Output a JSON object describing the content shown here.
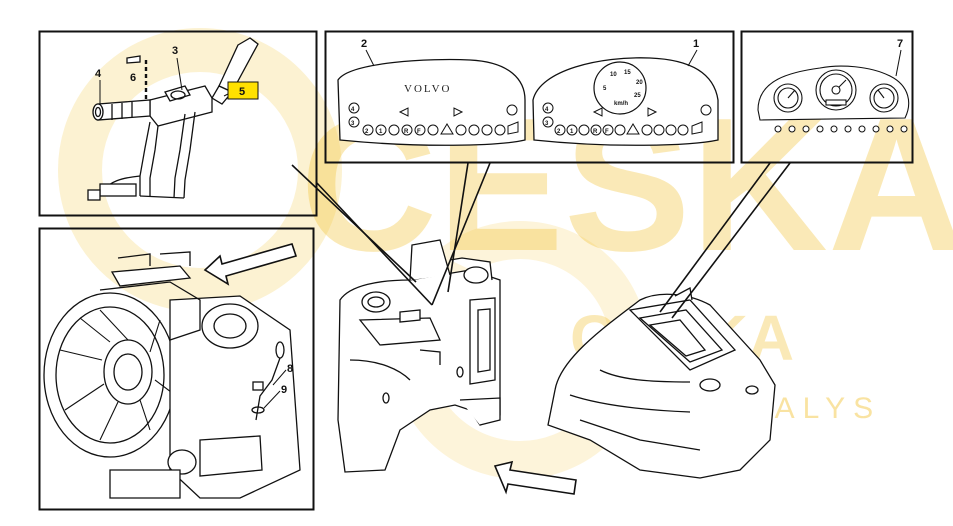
{
  "callouts": {
    "c1": "1",
    "c2": "2",
    "c3": "3",
    "c4": "4",
    "c5": "5",
    "c6": "6",
    "c7": "7",
    "c8": "8",
    "c9": "9"
  },
  "left_panel": {
    "brand": "VOLVO",
    "gear_4": "4",
    "gear_3": "3",
    "gear_2": "2",
    "gear_1": "1",
    "gear_r": "R",
    "gear_f": "F"
  },
  "right_panel": {
    "gear_4": "4",
    "gear_3": "3",
    "gear_2": "2",
    "gear_1": "1",
    "gear_r": "R",
    "gear_f": "F",
    "speed_10": "10",
    "speed_15": "15",
    "speed_20": "20",
    "speed_25": "25",
    "speed_5": "5",
    "speed_unit": "km/h"
  },
  "watermark": {
    "main": "CESKA",
    "sub": "DALYS",
    "mid": "CESKA"
  },
  "colors": {
    "line": "#111111",
    "highlight": "#ffe100",
    "watermark": "#f3c233"
  }
}
